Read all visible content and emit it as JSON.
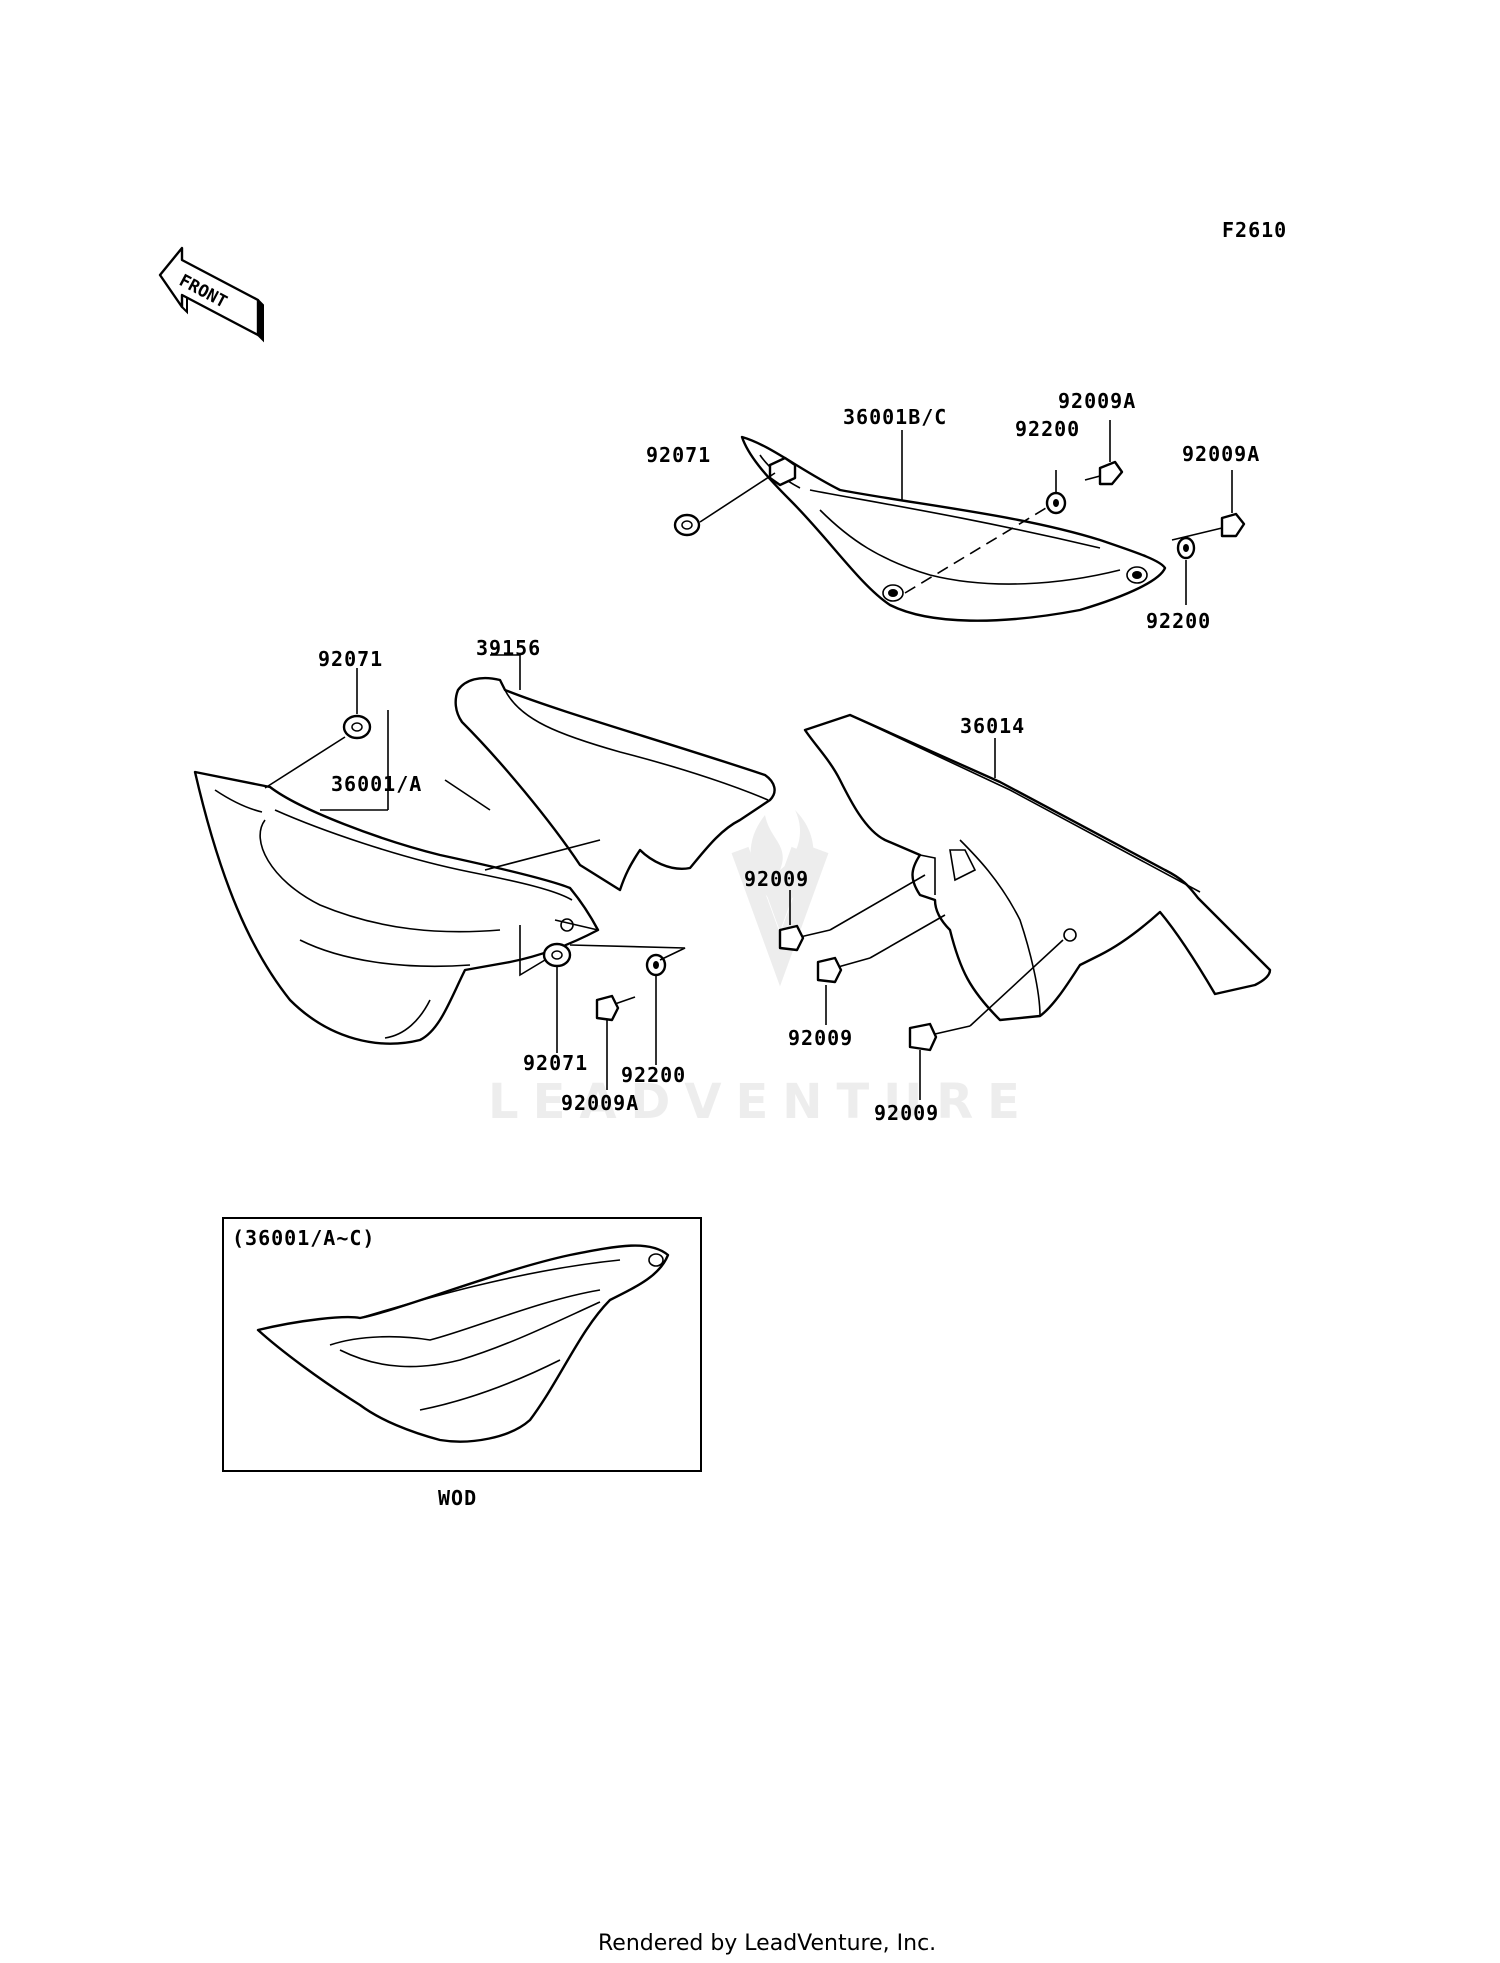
{
  "figure_code": "F2610",
  "front_label": "FRONT",
  "callouts": [
    {
      "id": "c-92071-top",
      "label": "92071"
    },
    {
      "id": "c-36001bc",
      "label": "36001B/C"
    },
    {
      "id": "c-92200-top",
      "label": "92200"
    },
    {
      "id": "c-92009a-top1",
      "label": "92009A"
    },
    {
      "id": "c-92009a-top2",
      "label": "92009A"
    },
    {
      "id": "c-92200-right",
      "label": "92200"
    },
    {
      "id": "c-92071-left",
      "label": "92071"
    },
    {
      "id": "c-39156",
      "label": "39156"
    },
    {
      "id": "c-36001a",
      "label": "36001/A"
    },
    {
      "id": "c-36014",
      "label": "36014"
    },
    {
      "id": "c-92009-1",
      "label": "92009"
    },
    {
      "id": "c-92009-2",
      "label": "92009"
    },
    {
      "id": "c-92009-3",
      "label": "92009"
    },
    {
      "id": "c-92071-bottom",
      "label": "92071"
    },
    {
      "id": "c-92009a-bottom",
      "label": "92009A"
    },
    {
      "id": "c-92200-bottom",
      "label": "92200"
    }
  ],
  "inset": {
    "label": "(36001/A~C)",
    "caption": "WOD"
  },
  "watermark": "LEADVENTURE",
  "footer": "Rendered by LeadVenture, Inc."
}
